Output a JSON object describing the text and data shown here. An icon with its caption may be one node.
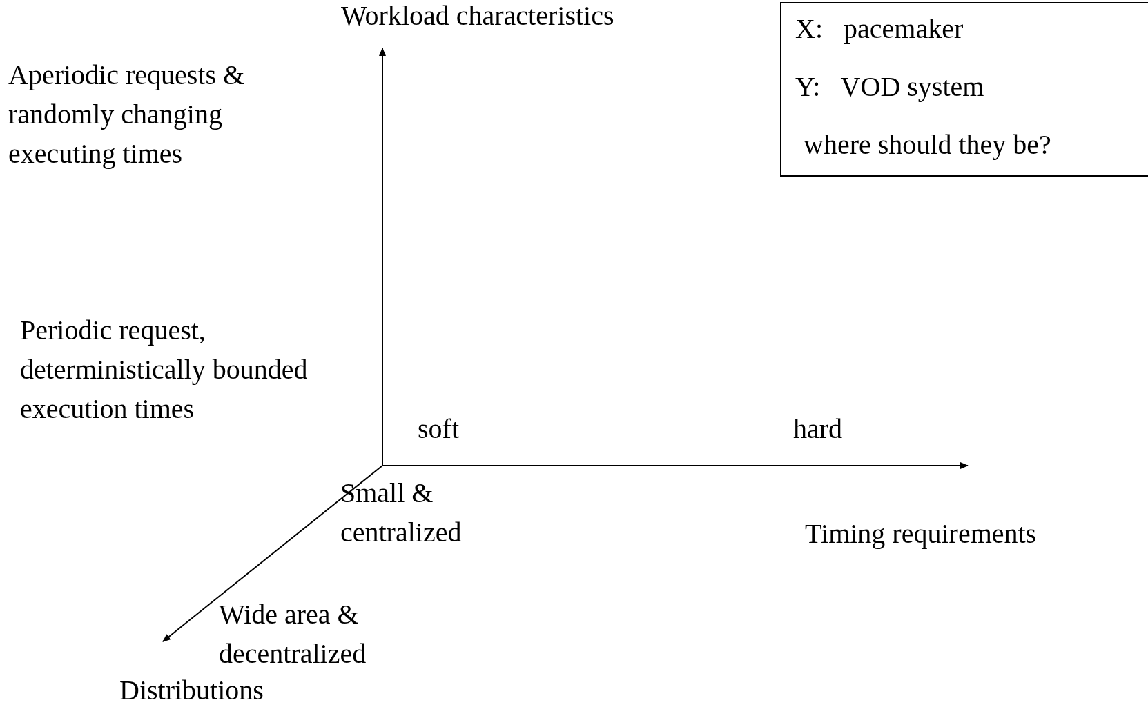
{
  "diagram": {
    "nodes": [
      {
        "text": [
          "X:   pacemaker",
          "Y:   VOD system",
          "where should they be?"
        ]
      }
    ],
    "edges": [],
    "labels": [
      "Workload characteristics",
      "Aperiodic requests & randomly changing executing times",
      "Periodic request, deterministically bounded execution times",
      "soft",
      "hard",
      "Small & centralized",
      "Timing requirements",
      "Wide area & decentralized",
      "Distributions"
    ]
  }
}
